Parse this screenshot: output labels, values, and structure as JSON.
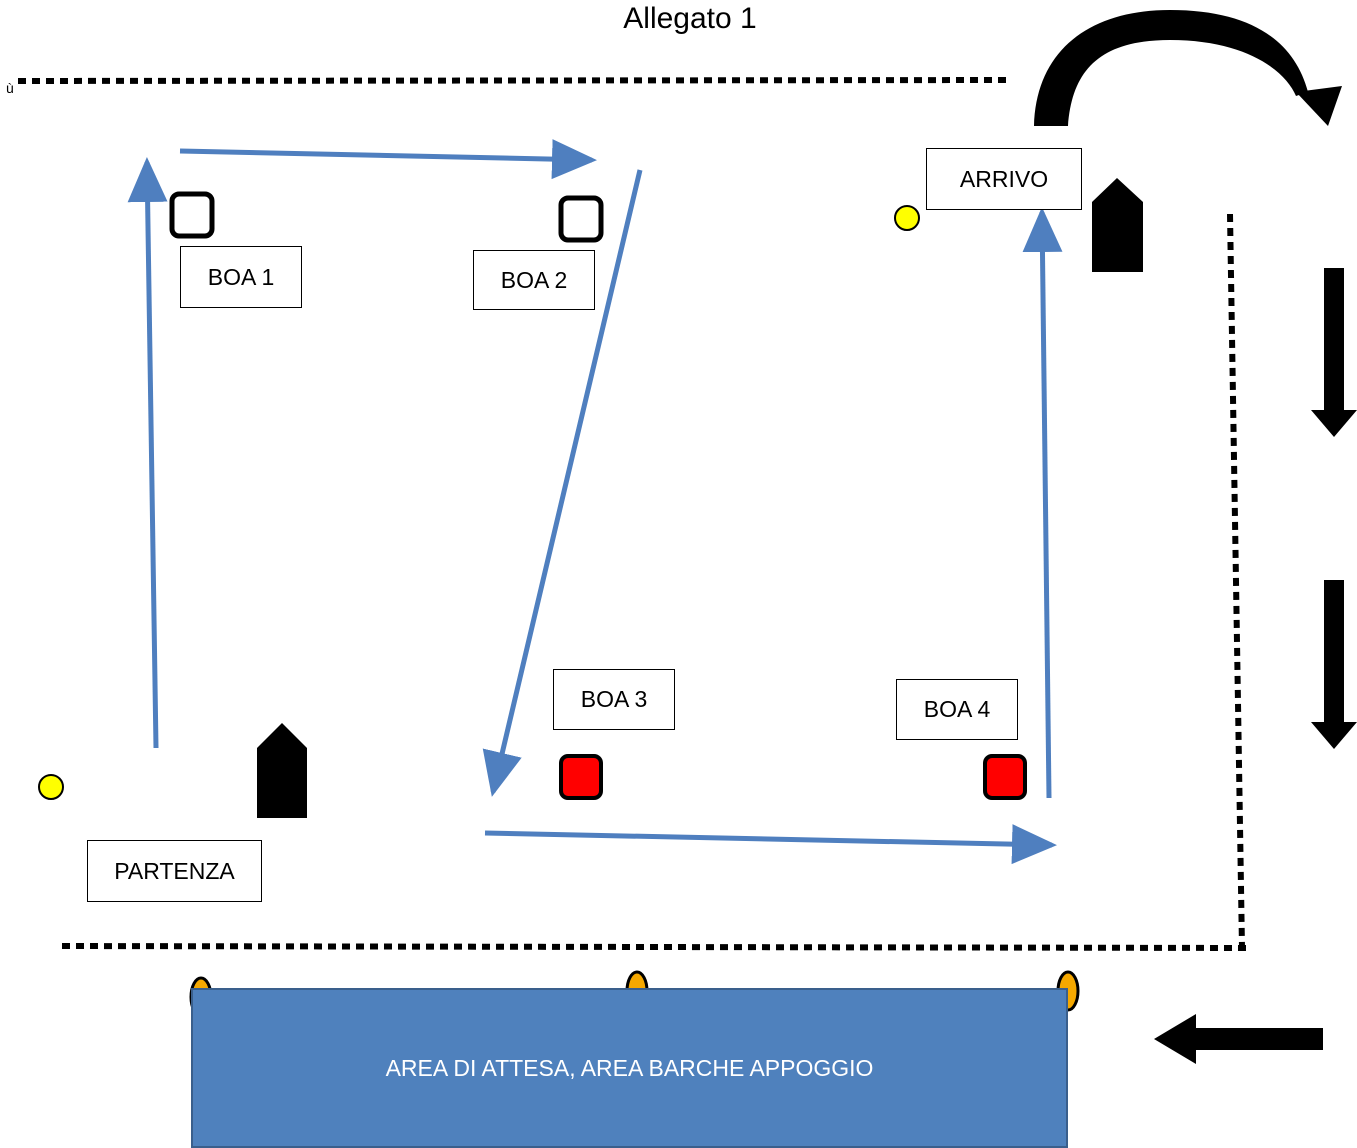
{
  "title": "Allegato 1",
  "stray_mark": "ù",
  "labels": {
    "boa1": "BOA 1",
    "boa2": "BOA 2",
    "boa3": "BOA 3",
    "boa4": "BOA 4",
    "start": "PARTENZA",
    "finish": "ARRIVO",
    "waiting_area": "AREA DI ATTESA, AREA BARCHE APPOGGIO"
  },
  "colors": {
    "course_arrow": "#4f7fbf",
    "area_fill": "#4f81bd",
    "buoy_red": "#ff0000",
    "buoy_yellow": "#ffff00",
    "marker_orange": "#f5a800"
  }
}
